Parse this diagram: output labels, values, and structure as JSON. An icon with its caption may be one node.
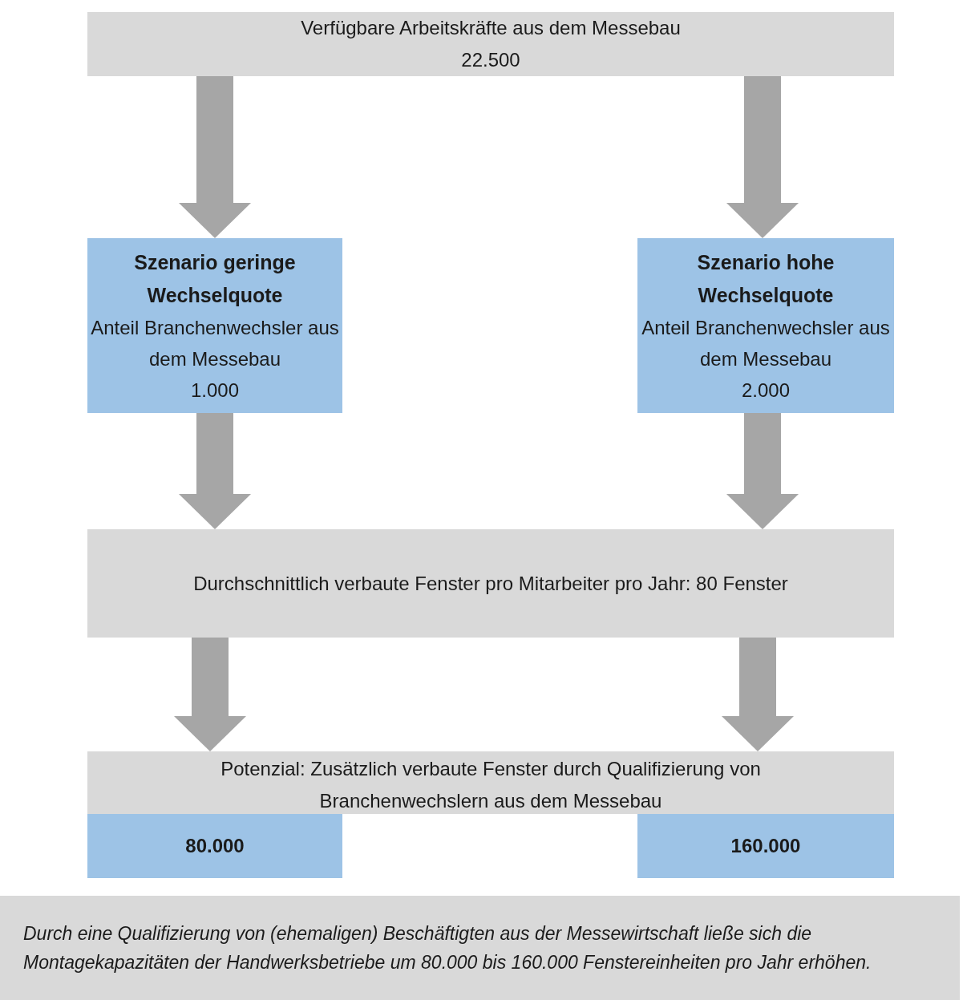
{
  "diagram": {
    "nodes": [
      {
        "text": [
          "Verfügbare Arbeitskräfte aus dem Messebau",
          "22.500"
        ]
      },
      {
        "text": [
          "Szenario geringe Wechselquote",
          "Anteil Branchenwechsler aus dem Messebau",
          "1.000"
        ]
      },
      {
        "text": [
          "Szenario hohe Wechselquote",
          "Anteil Branchenwechsler aus dem Messebau",
          "2.000"
        ]
      },
      {
        "text": [
          "Durchschnittlich verbaute Fenster pro Mitarbeiter pro Jahr: 80 Fenster"
        ]
      },
      {
        "text": [
          "Potenzial: Zusätzlich verbaute Fenster durch Qualifizierung von Branchenwechslern aus dem Messebau"
        ]
      },
      {
        "text": [
          "80.000"
        ]
      },
      {
        "text": [
          "160.000"
        ]
      },
      {
        "text": [
          "Durch eine Qualifizierung von (ehemaligen) Beschäftigten aus der Messewirtschaft ließe sich die Montagekapazitäten der Handwerksbetriebe um 80.000 bis 160.000 Fenstereinheiten pro Jahr erhöhen."
        ]
      }
    ],
    "edges": [
      {
        "from": 0,
        "to": 1,
        "arrow": "to"
      },
      {
        "from": 0,
        "to": 2,
        "arrow": "to"
      },
      {
        "from": 1,
        "to": 3,
        "arrow": "to"
      },
      {
        "from": 2,
        "to": 3,
        "arrow": "to"
      },
      {
        "from": 3,
        "to": 4,
        "arrow": "to"
      },
      {
        "from": 3,
        "to": 4,
        "arrow": "to"
      }
    ]
  }
}
